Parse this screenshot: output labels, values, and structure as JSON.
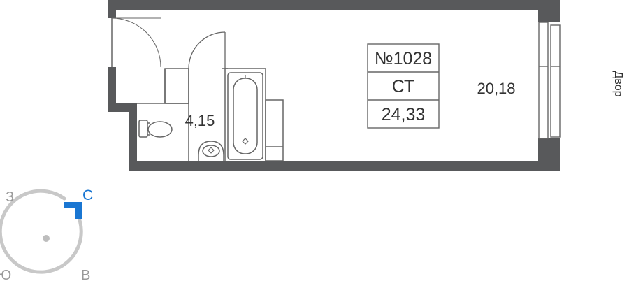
{
  "apartment": {
    "number": "№1028",
    "type": "СТ",
    "total_area": "24,33"
  },
  "rooms": {
    "main_area": "20,18",
    "bathroom_area": "4,15"
  },
  "labels": {
    "courtyard": "Двор"
  },
  "compass": {
    "north": "С",
    "west": "З",
    "south": "Ю",
    "east": "В"
  },
  "colors": {
    "wall": "#58595b",
    "fixture_stroke": "#666666",
    "text": "#333333",
    "compass_ring": "#c8c8c8",
    "compass_north": "#1976d2",
    "compass_letters": "#999999"
  }
}
